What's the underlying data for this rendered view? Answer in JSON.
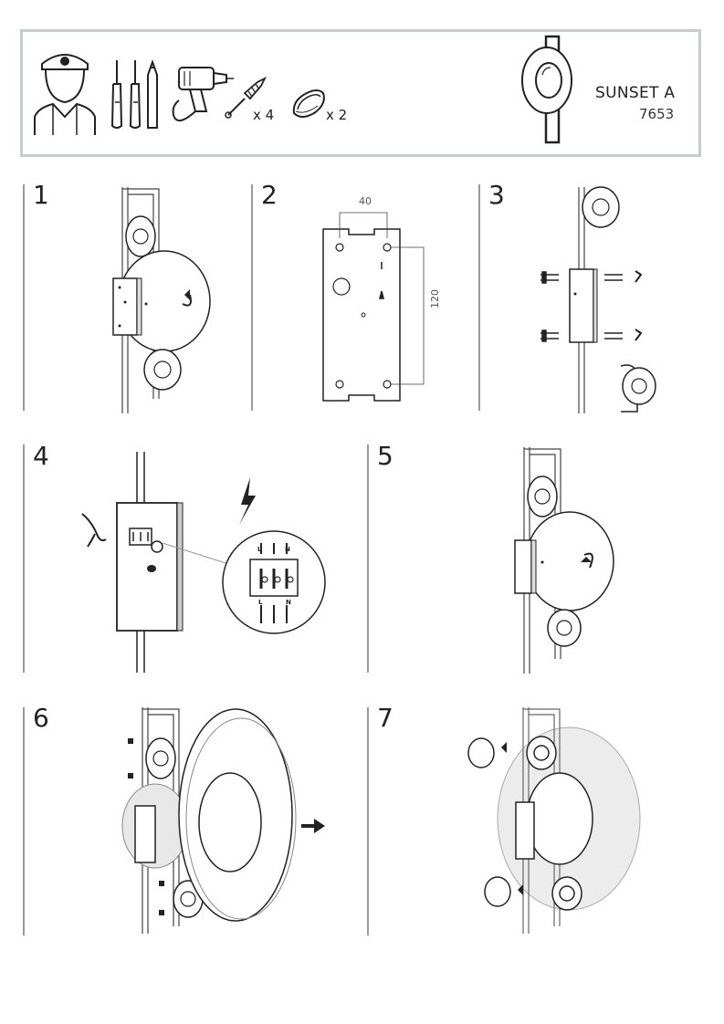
{
  "header": {
    "product_name": "SUNSET A",
    "product_code": "7653",
    "tools": [
      {
        "icon": "installer-icon"
      },
      {
        "icon": "screwdrivers-icon"
      },
      {
        "icon": "pencil-icon"
      },
      {
        "icon": "drill-icon"
      },
      {
        "icon": "screw-anchor-icon",
        "quantity": "x 4"
      },
      {
        "icon": "cap-icon",
        "quantity": "x 2"
      }
    ]
  },
  "steps": [
    {
      "number": "1",
      "figure": "mount-plate-rotate"
    },
    {
      "number": "2",
      "figure": "plate-dimensions",
      "dimensions": {
        "width": "40",
        "height": "120"
      }
    },
    {
      "number": "3",
      "figure": "fix-screws"
    },
    {
      "number": "4",
      "figure": "wiring",
      "terminals": [
        "L",
        "N"
      ]
    },
    {
      "number": "5",
      "figure": "close-plate"
    },
    {
      "number": "6",
      "figure": "attach-ring"
    },
    {
      "number": "7",
      "figure": "insert-caps"
    }
  ],
  "colors": {
    "frame": "#c7cccb",
    "line": "#222222",
    "divider": "#9a9a9a",
    "shade": "#e4e4e4"
  }
}
